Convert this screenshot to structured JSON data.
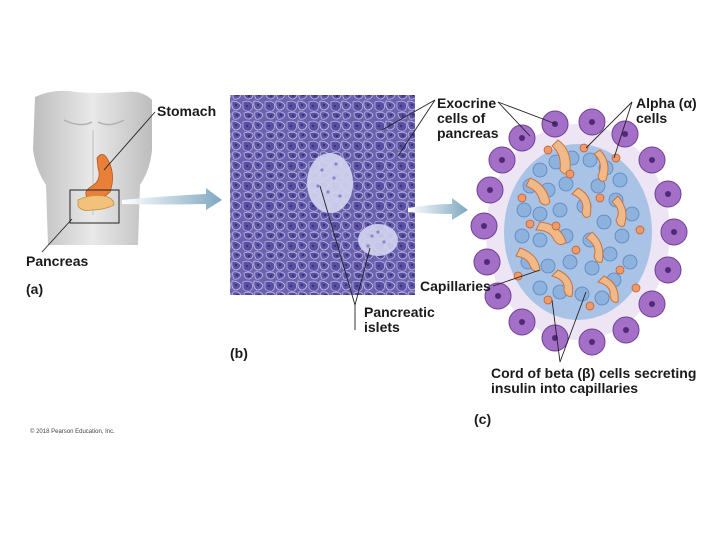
{
  "labels": {
    "stomach": "Stomach",
    "pancreas": "Pancreas",
    "panel_a": "(a)",
    "panel_b": "(b)",
    "panel_c": "(c)",
    "exocrine": "Exocrine\ncells of\npancreas",
    "alpha": "Alpha (α)\ncells",
    "capillaries": "Capillaries",
    "islets": "Pancreatic\nislets",
    "beta": "Cord of beta (β) cells secreting\ninsulin into capillaries"
  },
  "copyright": "© 2018 Pearson Education, Inc.",
  "colors": {
    "skin": "#d9d9d9",
    "stomach": "#e8803a",
    "pancreas": "#f2c27a",
    "tissue": "#6e68b4",
    "islet": "#cfd2ee",
    "beta_cell": "#7fa6d6",
    "alpha_cell": "#f29a6a",
    "exocrine_cell": "#a370c4",
    "arrow": "#8fb4c8"
  }
}
